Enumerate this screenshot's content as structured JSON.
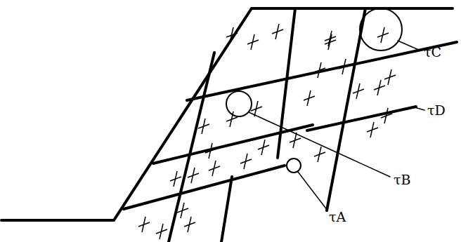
{
  "diagram": {
    "labels": [
      "τC",
      "τD",
      "τB",
      "τA"
    ]
  }
}
